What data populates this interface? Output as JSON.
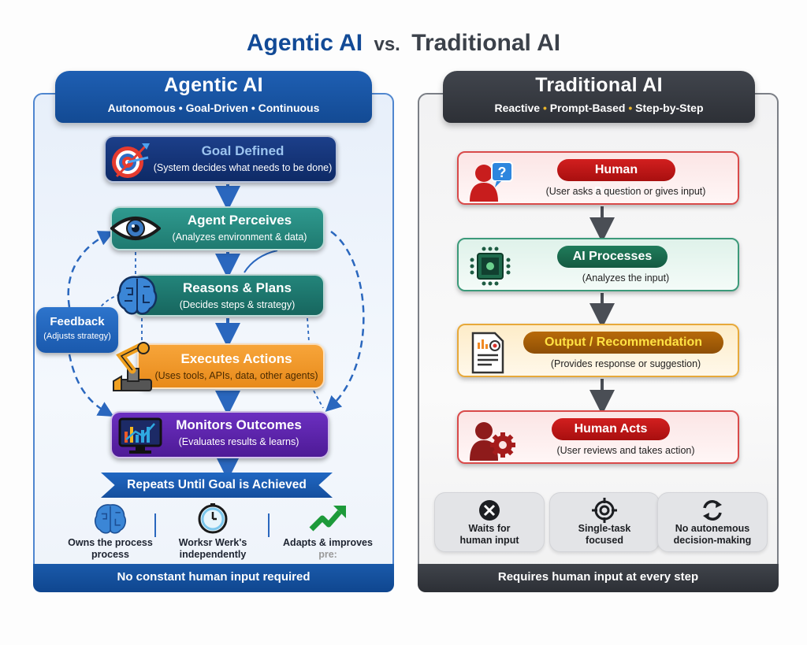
{
  "title": {
    "left": "Agentic AI",
    "vs": "vs.",
    "right": "Traditional AI"
  },
  "agentic": {
    "title": "Agentic AI",
    "subtitle": "Autonomous • Goal-Driven • Continuous",
    "accent": "#134a93",
    "steps": [
      {
        "title": "Goal Defined",
        "desc": "(System decides what needs to be done)",
        "icon": "target-icon"
      },
      {
        "title": "Agent Perceives",
        "desc": "(Analyzes environment & data)",
        "icon": "eye-icon"
      },
      {
        "title": "Reasons & Plans",
        "desc": "(Decides steps & strategy)",
        "icon": "brain-icon"
      },
      {
        "title": "Executes Actions",
        "desc": "(Uses tools, APIs, data, other agents)",
        "icon": "robot-arm-icon"
      },
      {
        "title": "Monitors Outcomes",
        "desc": "(Evaluates results & learns)",
        "icon": "monitor-chart-icon"
      }
    ],
    "feedback": {
      "title": "Feedback",
      "desc": "(Adjusts strategy)"
    },
    "ribbon": "Repeats Until Goal is Achieved",
    "features": [
      {
        "line1": "Owns the process",
        "line2": "process",
        "icon": "brain-icon"
      },
      {
        "line1": "Worksr Werk's",
        "line2": "independently",
        "icon": "clock-icon"
      },
      {
        "line1": "Adapts & improves",
        "line2": "pre:",
        "icon": "trend-up-icon"
      }
    ],
    "footer": "No constant human input required"
  },
  "traditional": {
    "title": "Traditional AI",
    "subtitle_parts": [
      "Reactive",
      "Prompt-Based",
      "Step-by-Step"
    ],
    "separator": "•",
    "accent": "#2d3036",
    "steps": [
      {
        "title": "Human Prompt",
        "desc": "(User asks a question or gives input)",
        "icon": "user-question-icon"
      },
      {
        "title": "AI Processes",
        "desc": "(Analyzes the input)",
        "icon": "chip-icon"
      },
      {
        "title": "Output / Recommendation",
        "desc": "(Provides response or suggestion)",
        "icon": "document-chart-icon"
      },
      {
        "title": "Human Acts",
        "desc": "(User reviews and takes action)",
        "icon": "user-gear-icon"
      }
    ],
    "cards": [
      {
        "line1": "Waits for",
        "line2": "human input",
        "icon": "x-circle-icon"
      },
      {
        "line1": "Single-task",
        "line2": "focused",
        "icon": "crosshair-icon"
      },
      {
        "line1": "No autonemous",
        "line2": "decision-making",
        "icon": "refresh-icon"
      }
    ],
    "footer": "Requires human input at every step"
  }
}
